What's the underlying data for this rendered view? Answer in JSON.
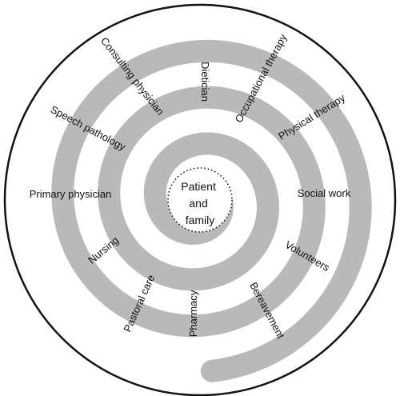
{
  "center": {
    "lines": [
      "Patient",
      "and",
      "family"
    ]
  },
  "roles": {
    "consulting_physician": "Consulting physician",
    "dietician": "Dietician",
    "occupational_therapy": "Occupational therapy",
    "physical_therapy": "Physical therapy",
    "social_work": "Social work",
    "volunteers": "Volunteers",
    "bereavement": "Bereavement",
    "pharmacy": "Pharmacy",
    "pastoral_care": "Pastoral care",
    "nursing": "Nursing",
    "primary_physician": "Primary physician",
    "speech_pathology": "Speech pathology"
  },
  "colors": {
    "band": "#b9b9b9",
    "line": "#111111",
    "background": "#ffffff"
  }
}
